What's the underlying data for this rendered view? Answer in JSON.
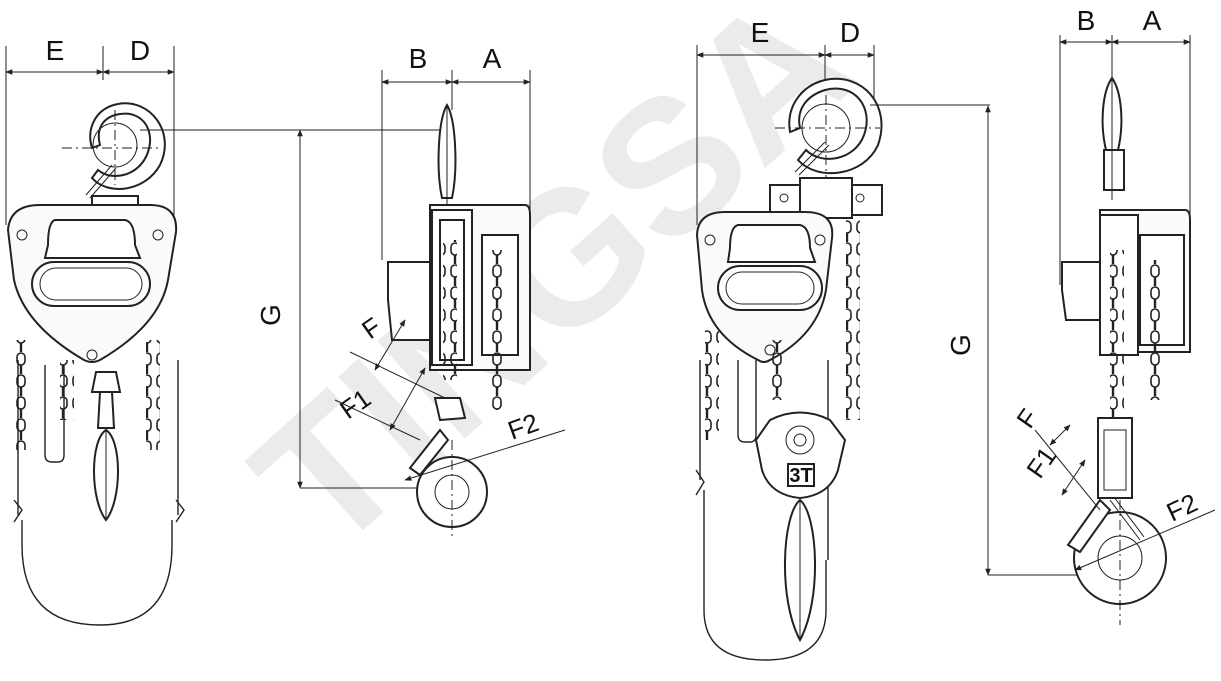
{
  "watermark": {
    "text": "TINGSA"
  },
  "drawings": [
    {
      "front_labels": {
        "e": "E",
        "d": "D"
      },
      "side_labels": {
        "b": "B",
        "a": "A",
        "g": "G",
        "f": "F",
        "f1": "F1",
        "f2": "F2"
      }
    },
    {
      "front_labels": {
        "e": "E",
        "d": "D",
        "capacity": "3T"
      },
      "side_labels": {
        "b": "B",
        "a": "A",
        "g": "G",
        "f": "F",
        "f1": "F1",
        "f2": "F2"
      }
    }
  ]
}
